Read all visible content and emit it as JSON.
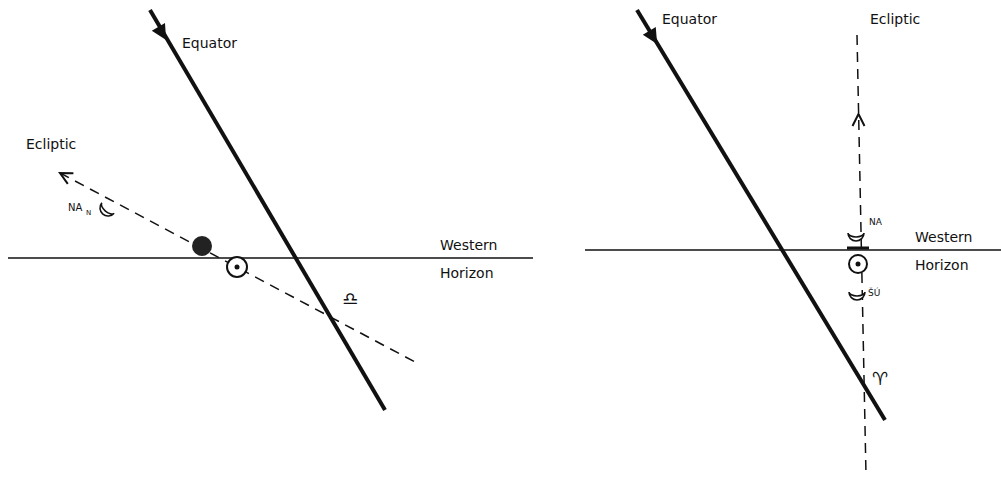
{
  "diagram": {
    "labels": [
      "Equator",
      "Ecliptic",
      "NA",
      "N",
      "Western",
      "Horizon",
      "♎",
      "Equator",
      "Ecliptic",
      "NA",
      "ŠÚ",
      "Western",
      "Horizon",
      "♈"
    ]
  }
}
